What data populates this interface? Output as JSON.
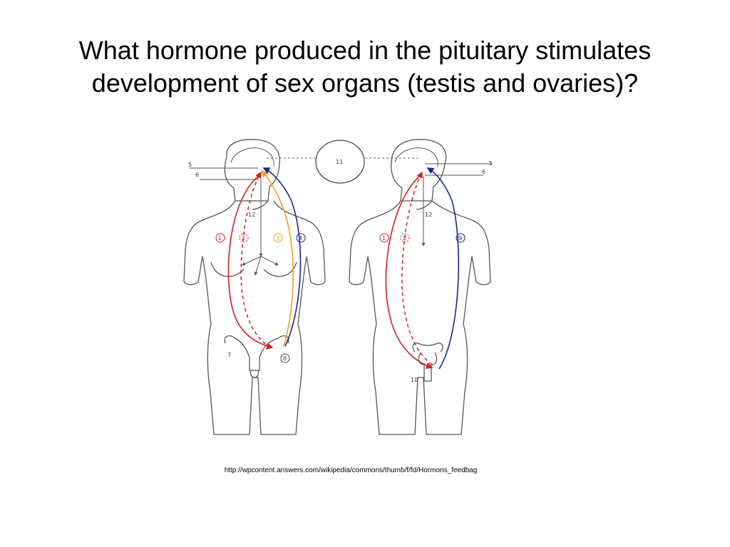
{
  "slide": {
    "title_line1": "What hormone produced in the pituitary stimulates",
    "title_line2": "development of sex organs (testis and ovaries)?",
    "source": "http://wpcontent.answers.com/wikipedia/commons/thumb/f/fd/Hormons_feedbag"
  },
  "diagram": {
    "labels": {
      "n5_left": "5",
      "n6_left": "6",
      "n11": "11",
      "n12_left": "12",
      "n1_left": "1",
      "n2_left": "2",
      "n3": "3",
      "n4": "4",
      "n7": "7",
      "n8": "8",
      "n5_right": "5",
      "n6_right": "6",
      "n12_right": "12",
      "n1_right": "1",
      "n2_right": "2",
      "n9": "9",
      "n10": "10"
    },
    "colors": {
      "red": "#d42020",
      "orange": "#f39c2b",
      "blue": "#1a2590",
      "outline": "#555555"
    }
  }
}
